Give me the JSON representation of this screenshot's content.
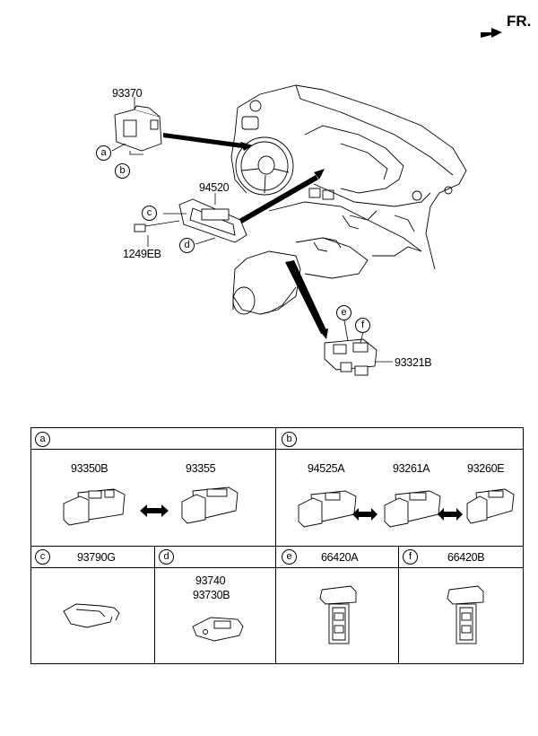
{
  "direction": {
    "label": "FR."
  },
  "main_diagram": {
    "callouts": [
      {
        "part": "93370"
      },
      {
        "part": "94520"
      },
      {
        "part": "1249EB"
      },
      {
        "part": "93321B"
      }
    ],
    "letters": [
      "a",
      "b",
      "c",
      "d",
      "e",
      "f"
    ]
  },
  "table": {
    "sections": [
      {
        "letter": "a",
        "parts": [
          "93350B",
          "93355"
        ]
      },
      {
        "letter": "b",
        "parts": [
          "94525A",
          "93261A",
          "93260E"
        ]
      },
      {
        "letter": "c",
        "parts": [
          "93790G"
        ]
      },
      {
        "letter": "d",
        "parts": [
          "93740",
          "93730B"
        ]
      },
      {
        "letter": "e",
        "parts": [
          "66420A"
        ]
      },
      {
        "letter": "f",
        "parts": [
          "66420B"
        ]
      }
    ]
  }
}
